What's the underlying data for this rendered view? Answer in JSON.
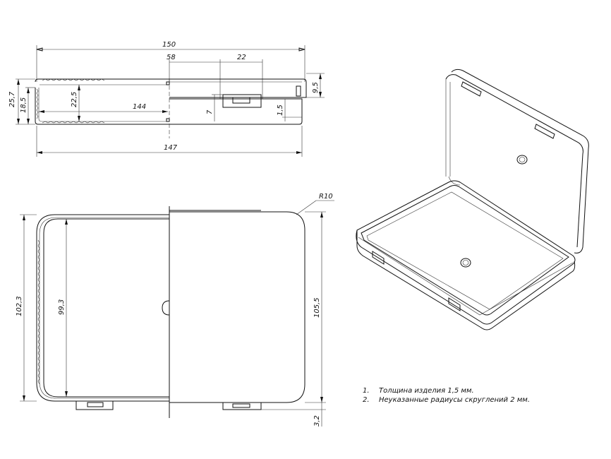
{
  "top_view": {
    "dims": {
      "overall_length": "150",
      "left_offset": "58",
      "latch_width": "22",
      "height_total": "25,7",
      "height_base": "18,5",
      "inner_depth": "22,5",
      "inner_length": "144",
      "lip_height": "7",
      "wall": "1,5",
      "lid_height": "9,5",
      "base_length": "147"
    }
  },
  "plan_view": {
    "dims": {
      "radius": "R10",
      "outer_width": "102,3",
      "inner_width": "99,3",
      "lid_width": "105,5",
      "tab_height": "3,2"
    }
  },
  "notes": [
    {
      "num": "1.",
      "text": "Толщина изделия 1,5 мм."
    },
    {
      "num": "2.",
      "text": "Неуказанные радиусы скруглений 2 мм."
    }
  ]
}
